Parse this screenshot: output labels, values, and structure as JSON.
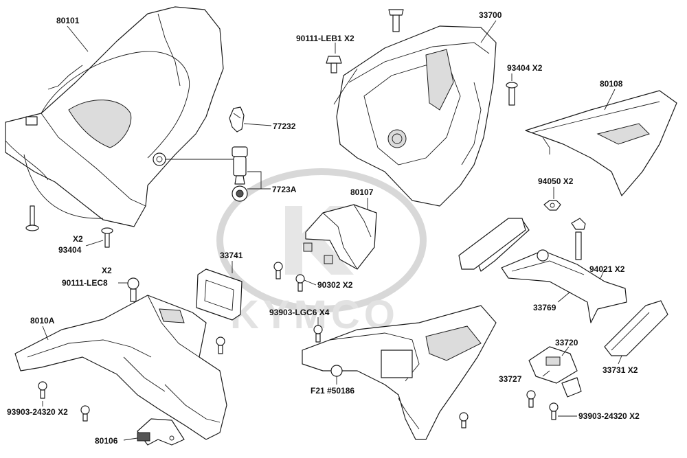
{
  "watermark": {
    "brand": "KYMCO"
  },
  "labels": {
    "l80101": "80101",
    "l90111_leb1": "90111-LEB1  X2",
    "l33700": "33700",
    "l93404_top": "93404  X2",
    "l80108": "80108",
    "l77232": "77232",
    "l7723a": "7723A",
    "l94050": "94050  X2",
    "l93404_left_x2": "X2",
    "l93404_left": "93404",
    "l80107": "80107",
    "l33741": "33741",
    "l90111_lec8_x2": "X2",
    "l90111_lec8": "90111-LEC8",
    "l90302": "90302  X2",
    "l94021": "94021  X2",
    "l33769": "33769",
    "l93903_lgc6": "93903-LGC6  X4",
    "l8010a": "8010A",
    "l33720": "33720",
    "l33727": "33727",
    "l33731": "33731  X2",
    "l93903_24320_left": "93903-24320  X2",
    "l93903_24320_right": "93903-24320  X2",
    "lf21": "F21 #50186",
    "l80106": "80106"
  }
}
